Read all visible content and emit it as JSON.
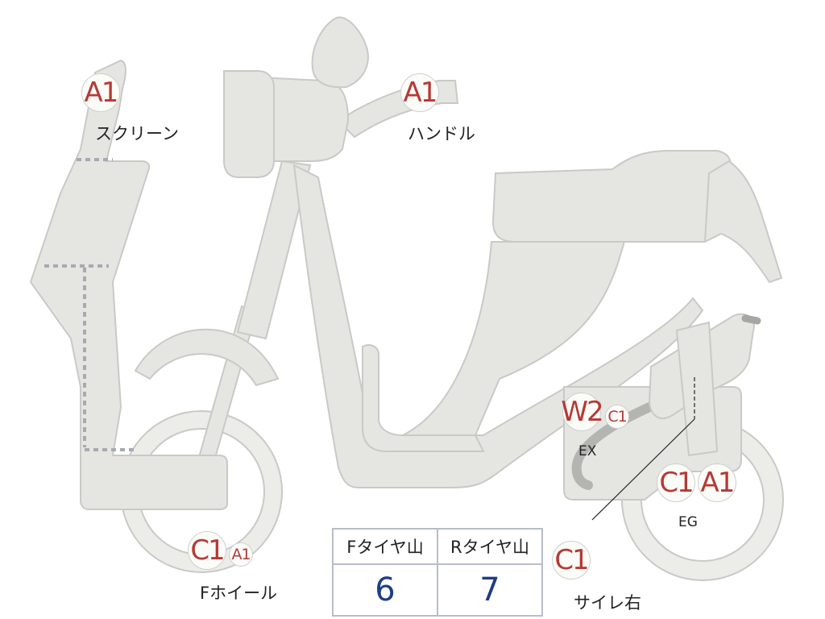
{
  "parts": {
    "screen": {
      "grade": "A1",
      "label": "スクリーン"
    },
    "handle": {
      "grade": "A1",
      "label": "ハンドル"
    },
    "exhaust": {
      "grades": [
        "W2",
        "C1"
      ],
      "label": "EX"
    },
    "engine": {
      "grades": [
        "C1",
        "A1"
      ],
      "label": "EG"
    },
    "front_wheel": {
      "grades": [
        "C1",
        "A1"
      ],
      "label": "Fホイール"
    },
    "side_right": {
      "grade": "C1",
      "label": "サイレ右"
    }
  },
  "tire_tread": {
    "headers": [
      "Fタイヤ山",
      "Rタイヤ山"
    ],
    "values": [
      "6",
      "7"
    ]
  },
  "colors": {
    "grade_text": "#b53a35",
    "tread_value": "#1d3d86",
    "body_fill": "#e5e5e2",
    "dotted_line": "#a7aab3"
  }
}
